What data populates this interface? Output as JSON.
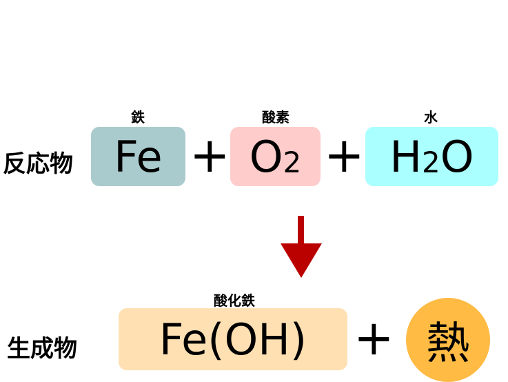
{
  "reactants": {
    "row_label": "反応物",
    "items": [
      {
        "caption": "鉄",
        "formula": "Fe",
        "color": "#aacbcd"
      },
      {
        "caption": "酸素",
        "formula_main": "O",
        "formula_sub": "2",
        "color": "#ffcccc"
      },
      {
        "caption": "水",
        "formula_h": "H",
        "formula_sub": "2",
        "formula_o": "O",
        "color": "#aaffff"
      }
    ],
    "operators": [
      "+",
      "+"
    ]
  },
  "arrow": {
    "color": "#bb0000",
    "direction": "down"
  },
  "products": {
    "row_label": "生成物",
    "items": [
      {
        "caption": "酸化鉄",
        "formula": "Fe(OH)",
        "color": "#ffe0b3"
      },
      {
        "caption": "",
        "formula": "熱",
        "color": "#ffbb44"
      }
    ],
    "operators": [
      "+"
    ]
  }
}
